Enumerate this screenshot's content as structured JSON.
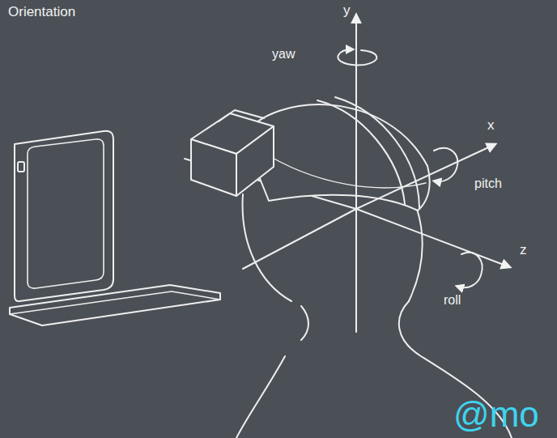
{
  "diagram": {
    "title": "Orientation",
    "labels": [
      "y",
      "yaw",
      "x",
      "pitch",
      "z",
      "roll",
      "@mo"
    ]
  }
}
